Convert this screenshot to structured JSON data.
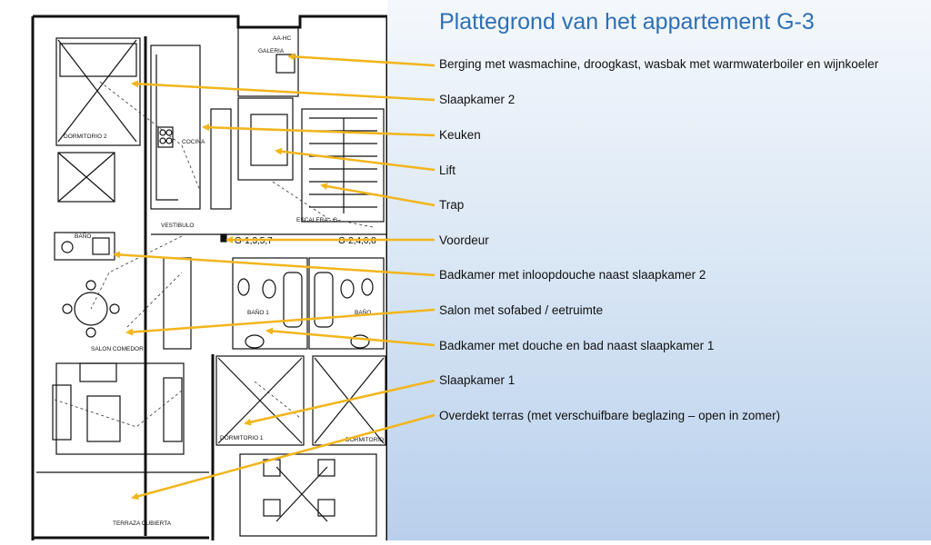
{
  "title": "Plattegrond van het appartement G-3",
  "legend": [
    {
      "text": "Berging met wasmachine, droogkast, wasbak met warmwaterboiler en wijnkoeler"
    },
    {
      "text": "Slaapkamer 2"
    },
    {
      "text": "Keuken"
    },
    {
      "text": "Lift"
    },
    {
      "text": "Trap"
    },
    {
      "text": "Voordeur"
    },
    {
      "text": "Badkamer met inloopdouche naast slaapkamer 2"
    },
    {
      "text": "Salon met sofabed / eetruimte"
    },
    {
      "text": "Badkamer met douche en bad naast slaapkamer 1"
    },
    {
      "text": "Slaapkamer 1"
    },
    {
      "text": "Overdekt terras (met verschuifbare beglazing – open in zomer)"
    }
  ],
  "plan_labels": {
    "dormitorio2": "DORMITORIO 2",
    "cocina": "COCINA",
    "galeria": "GALERIA",
    "aa": "AA-HC",
    "vestibulo": "VESTIBULO",
    "escalera": "ESCALERA - G",
    "g_odd": "G-1,3,5,7",
    "g_even": "G-2,4,6,8",
    "bano": "BAÑO",
    "bano1": "BAÑO 1",
    "bano_r": "BAÑO",
    "salon": "SALON COMEDOR",
    "dormitorio1": "DORMITORIO 1",
    "dormitorio_r": "DORMITORIO",
    "terraza": "TERRAZA CUBIERTA"
  },
  "arrow_color": "#f2b51c",
  "title_color": "#2e6fb5"
}
